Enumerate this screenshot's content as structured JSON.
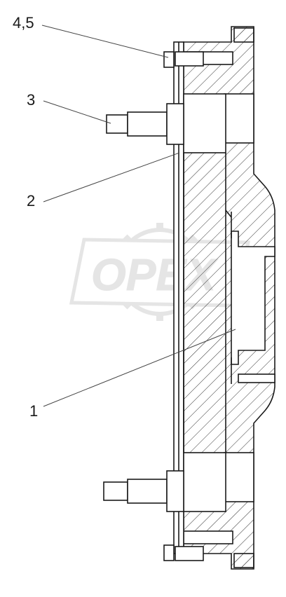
{
  "callouts": [
    {
      "id": "4-5",
      "label": "4,5"
    },
    {
      "id": "3",
      "label": "3"
    },
    {
      "id": "2",
      "label": "2"
    },
    {
      "id": "1",
      "label": "1"
    }
  ],
  "watermark": {
    "text": "OPEX"
  },
  "colors": {
    "line": "#1a1a1a",
    "hatch": "#333333",
    "watermark": "#d9d9d9"
  }
}
